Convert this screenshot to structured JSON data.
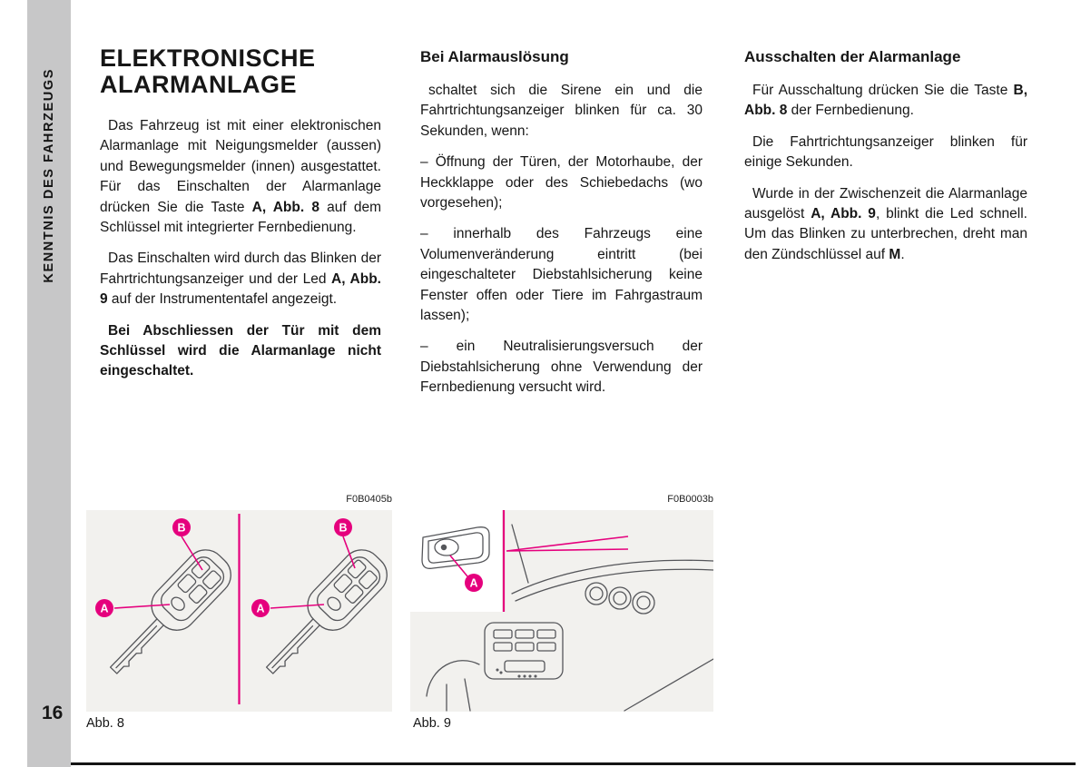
{
  "page": {
    "sidebar_text": "KENNTNIS DES FAHRZEUGS",
    "page_number": "16"
  },
  "colors": {
    "accent": "#e5007d",
    "sidebar_gray": "#c7c7c8",
    "figure_background": "#f2f1ee"
  },
  "col1": {
    "heading_line1": "ELEKTRONISCHE",
    "heading_line2": "ALARMANLAGE",
    "p1a": "Das Fahrzeug ist mit einer elektronischen Alarmanlage mit Neigungsmelder (aussen) und Bewegungsmelder (innen) ausgestattet. Für das Einschalten der Alarmanlage drücken Sie die Taste ",
    "p1b": "A, Abb. 8",
    "p1c": " auf dem Schlüssel mit integrierter Fernbedienung.",
    "p2a": "Das Einschalten wird durch das Blinken der Fahrtrichtungsanzeiger und der Led ",
    "p2b": "A, Abb. 9",
    "p2c": " auf der Instrumententafel angezeigt.",
    "p3": "Bei Abschliessen der Tür mit dem Schlüssel wird die Alarmanlage nicht eingeschaltet."
  },
  "col2": {
    "heading": "Bei Alarmauslösung",
    "p1": "schaltet sich die Sirene ein und die Fahrtrichtungsanzeiger blinken für ca. 30 Sekunden, wenn:",
    "p2": "– Öffnung der Türen, der Motorhaube, der Heckklappe oder des Schiebedachs (wo vorgesehen);",
    "p3": "– innerhalb des Fahrzeugs eine Volumenveränderung eintritt (bei eingeschalteter Diebstahlsicherung keine Fenster offen oder Tiere im Fahrgastraum lassen);",
    "p4": "– ein Neutralisierungsversuch der Diebstahlsicherung ohne Verwendung der Fernbedienung versucht wird."
  },
  "col3": {
    "heading": "Ausschalten der Alarmanlage",
    "p1a": "Für Ausschaltung drücken Sie die Taste ",
    "p1b": "B, Abb. 8",
    "p1c": " der Fernbedienung.",
    "p2": "Die Fahrtrichtungsanzeiger blinken für einige Sekunden.",
    "p3a": "Wurde in der Zwischenzeit die Alarmanlage ausgelöst ",
    "p3b": "A, Abb. 9",
    "p3c": ", blinkt die Led schnell. Um das Blinken zu unterbrechen, dreht man den Zündschlüssel auf ",
    "p3d": "M",
    "p3e": "."
  },
  "figures": {
    "fig8": {
      "code": "F0B0405b",
      "label": "Abb. 8",
      "callout_a": "A",
      "callout_b": "B"
    },
    "fig9": {
      "code": "F0B0003b",
      "label": "Abb. 9",
      "callout_a": "A"
    }
  }
}
